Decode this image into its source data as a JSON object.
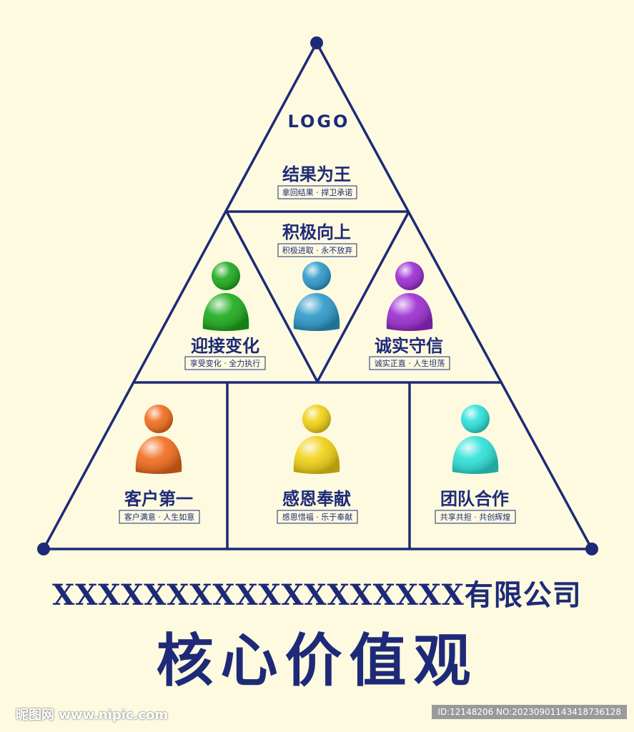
{
  "logo_text": "LOGO",
  "colors": {
    "line": "#1e2a78",
    "background": "#fdfae0"
  },
  "sections": {
    "top": {
      "title": "结果为王",
      "subtitle": "拿回结果 · 捍卫承诺"
    },
    "center": {
      "title": "积极向上",
      "subtitle": "积极进取 · 永不放弃",
      "person_color": "#2a98c8"
    },
    "left": {
      "title": "迎接变化",
      "subtitle": "享受变化 · 全力执行",
      "person_color": "#1aaa1a"
    },
    "right": {
      "title": "诚实守信",
      "subtitle": "诚实正直 · 人生坦荡",
      "person_color": "#9a2ad0"
    },
    "bottom_left": {
      "title": "客户第一",
      "subtitle": "客户满意 · 人生如意",
      "person_color": "#f06a1a"
    },
    "bottom_center": {
      "title": "感恩奉献",
      "subtitle": "感恩惜福 · 乐于奉献",
      "person_color": "#f0d010"
    },
    "bottom_right": {
      "title": "团队合作",
      "subtitle": "共享共担 · 共创辉煌",
      "person_color": "#2ae0d8"
    }
  },
  "company_name": "XXXXXXXXXXXXXXXXXX有限公司",
  "main_title": "核心价值观",
  "watermark": {
    "left": "昵图网 www.nipic.com",
    "right": "ID:12148206 NO:20230901143418736128"
  }
}
